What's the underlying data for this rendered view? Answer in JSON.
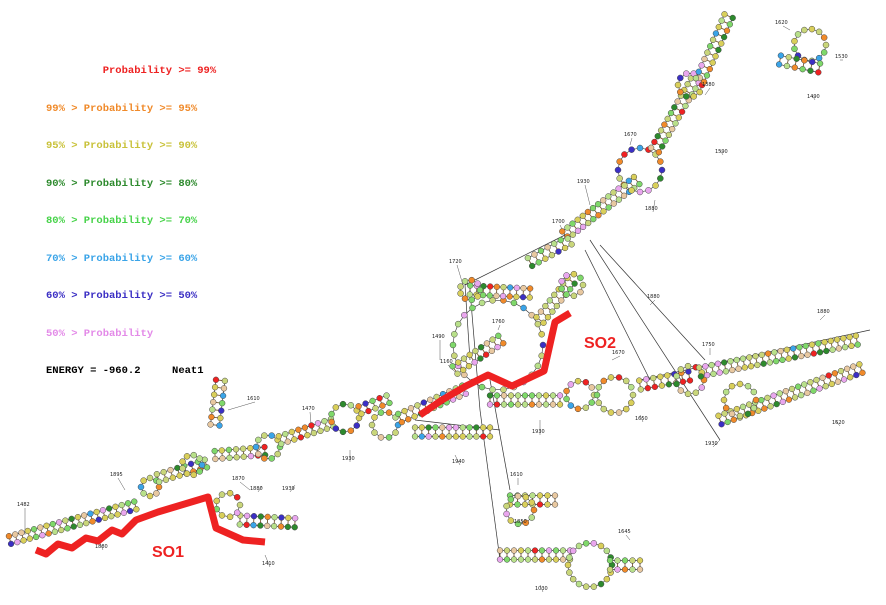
{
  "legend": {
    "rows": [
      {
        "text": "         Probability >= 99%",
        "color": "#ee2222"
      },
      {
        "text": "99% > Probability >= 95%",
        "color": "#f08a2a"
      },
      {
        "text": "95% > Probability >= 90%",
        "color": "#c9c23a"
      },
      {
        "text": "90% > Probability >= 80%",
        "color": "#2d8a2d"
      },
      {
        "text": "80% > Probability >= 70%",
        "color": "#47d34a"
      },
      {
        "text": "70% > Probability >= 60%",
        "color": "#3aa4e8"
      },
      {
        "text": "60% > Probability >= 50%",
        "color": "#3b2fc4"
      },
      {
        "text": "50% > Probability",
        "color": "#e38ae8"
      }
    ],
    "energy": "ENERGY = -960.2     Neat1"
  },
  "labels": {
    "so1": "SO1",
    "so2": "SO2"
  },
  "positions": [
    "1482",
    "1880",
    "1895",
    "1610",
    "1870",
    "1880",
    "1470",
    "1930",
    "1490",
    "1940",
    "1720",
    "1160",
    "1760",
    "1700",
    "1930",
    "1670",
    "1880",
    "1380",
    "1590",
    "1620",
    "1490",
    "1530",
    "1670",
    "1650",
    "1880",
    "1750",
    "1930",
    "1880",
    "1620",
    "1930",
    "1610",
    "1850",
    "1645",
    "1030",
    "1410",
    "1939"
  ],
  "colors": {
    "highlight": "#ee2222",
    "stem": "#8a6a3a",
    "line": "#333333"
  }
}
